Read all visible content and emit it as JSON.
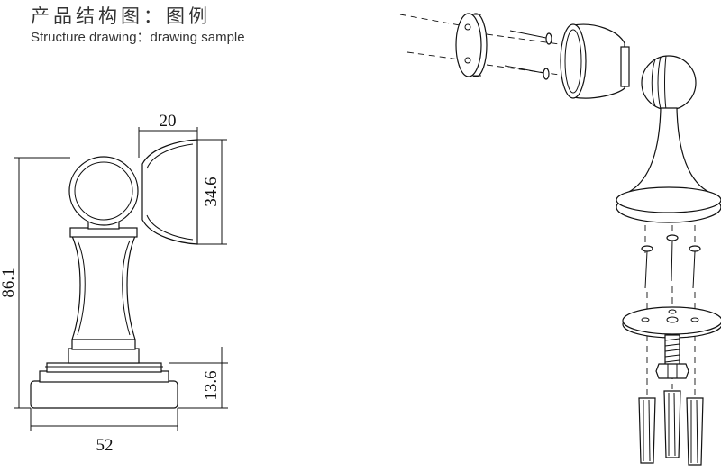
{
  "header": {
    "title_zh": "产品结构图：图例",
    "title_en": "Structure drawing：drawing sample"
  },
  "dimensions": {
    "top_width": "20",
    "head_height": "34.6",
    "total_height": "86.1",
    "base_height": "13.6",
    "base_width": "52"
  }
}
